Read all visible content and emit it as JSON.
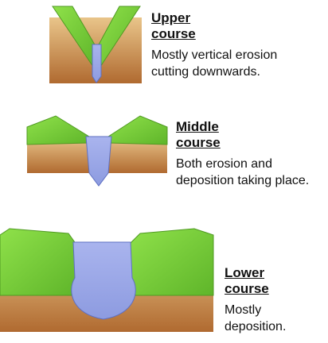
{
  "colors": {
    "grass": "#7bd23a",
    "grass_dark": "#4f9a22",
    "soil_top": "#e9c58a",
    "soil_bottom": "#b06a30",
    "water": "#9aa7e8",
    "water_line": "#5d6fc2"
  },
  "stages": [
    {
      "heading": "Upper",
      "heading_2": "course",
      "body": "Mostly vertical erosion",
      "body_2": "cutting downwards."
    },
    {
      "heading": "Middle",
      "heading_2": "course",
      "body": "Both erosion and",
      "body_2": "deposition taking place."
    },
    {
      "heading": "Lower",
      "heading_2": "course",
      "body": "Mostly",
      "body_2": "deposition."
    }
  ]
}
